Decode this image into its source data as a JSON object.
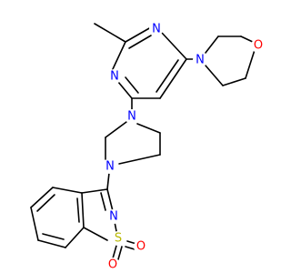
{
  "molecule": {
    "atoms": {
      "n_pyr_top": {
        "text": "N",
        "color": "#0000ff"
      },
      "n_pyr_left": {
        "text": "N",
        "color": "#0000ff"
      },
      "n_morph": {
        "text": "N",
        "color": "#0000ff"
      },
      "o_morph": {
        "text": "O",
        "color": "#ff0000"
      },
      "n_pip_top": {
        "text": "N",
        "color": "#0000ff"
      },
      "n_pip_bottom": {
        "text": "N",
        "color": "#0000ff"
      },
      "n_isothiazole": {
        "text": "N",
        "color": "#0000ff"
      },
      "s_sulfonyl": {
        "text": "S",
        "color": "#b8b800"
      },
      "o_sulfonyl_left": {
        "text": "O",
        "color": "#ff0000"
      },
      "o_sulfonyl_right": {
        "text": "O",
        "color": "#ff0000"
      }
    }
  }
}
